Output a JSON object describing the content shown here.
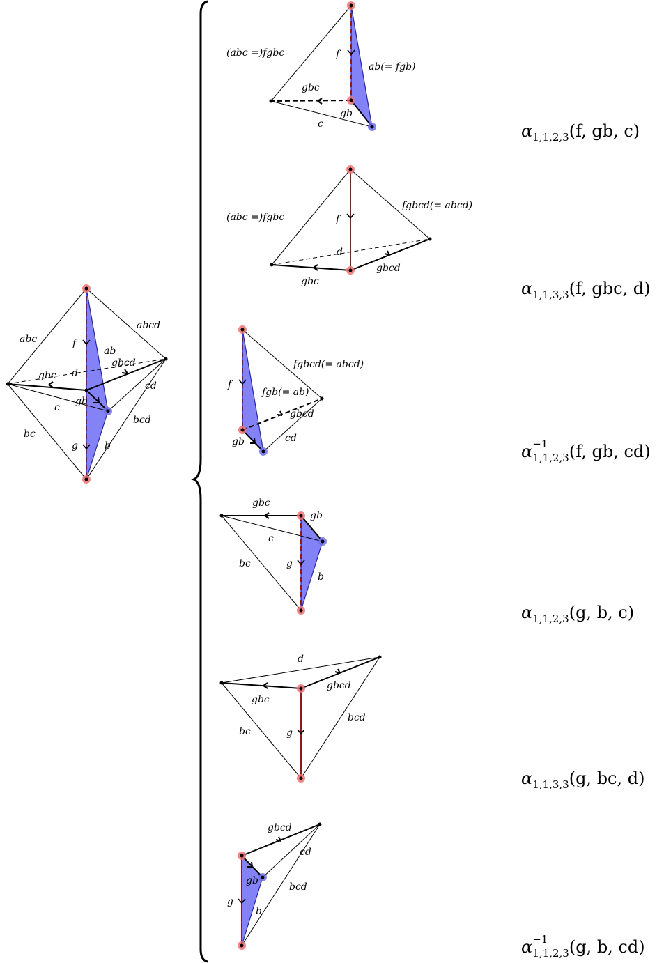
{
  "left_labels": {
    "abc": "abc",
    "abcd": "abcd",
    "f": "f",
    "ab": "ab",
    "gbc": "gbc",
    "d": "d",
    "gbcd": "gbcd",
    "cd": "cd",
    "c": "c",
    "gb": "gb",
    "bc": "bc",
    "bcd": "bcd",
    "g": "g",
    "b": "b"
  },
  "panels": [
    {
      "labels": {
        "e1": "(abc =)fgbc",
        "e2": "f",
        "e3": "ab(= fgb)",
        "e4": "gbc",
        "e5": "gb",
        "e6": "c"
      },
      "tag": {
        "base": "α",
        "sub": "1,1,2,3",
        "sup": "",
        "args": "(f, gb, c)"
      }
    },
    {
      "labels": {
        "e1": "(abc =)fgbc",
        "e2": "f",
        "e3": "fgbcd(= abcd)",
        "e4": "d",
        "e5": "gbc",
        "e6": "gbcd"
      },
      "tag": {
        "base": "α",
        "sub": "1,1,3,3",
        "sup": "",
        "args": "(f, gbc, d)"
      }
    },
    {
      "labels": {
        "e1": "f",
        "e2": "fgb(= ab)",
        "e3": "fgbcd(= abcd)",
        "e4": "gbcd",
        "e5": "cd",
        "e6": "gb"
      },
      "tag": {
        "base": "α",
        "sub": "1,1,2,3",
        "sup": "−1",
        "args": "(f, gb, cd)"
      }
    },
    {
      "labels": {
        "e1": "gbc",
        "e2": "gb",
        "e3": "c",
        "e4": "bc",
        "e5": "g",
        "e6": "b"
      },
      "tag": {
        "base": "α",
        "sub": "1,1,2,3",
        "sup": "",
        "args": "(g, b, c)"
      }
    },
    {
      "labels": {
        "e1": "d",
        "e2": "gbc",
        "e3": "gbcd",
        "e4": "bc",
        "e5": "g",
        "e6": "bcd"
      },
      "tag": {
        "base": "α",
        "sub": "1,1,3,3",
        "sup": "",
        "args": "(g, bc, d)"
      }
    },
    {
      "labels": {
        "e1": "gbcd",
        "e2": "cd",
        "e3": "gb",
        "e4": "bcd",
        "e5": "g",
        "e6": "b"
      },
      "tag": {
        "base": "α",
        "sub": "1,1,2,3",
        "sup": "−1",
        "args": "(g, b, cd)"
      }
    }
  ],
  "colors": {
    "red_vertex": "#f07070",
    "blue_vertex": "#7070f0",
    "face_fill": "#6464f5",
    "face_edge": "#2020cc",
    "dark_red_edge": "#8b1a1a",
    "ink": "#000000"
  }
}
